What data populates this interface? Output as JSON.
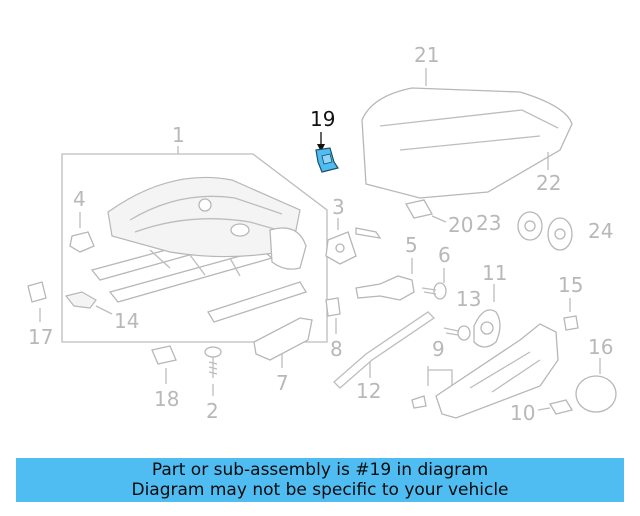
{
  "diagram": {
    "highlighted_part": "19",
    "labels": {
      "p1": "1",
      "p2": "2",
      "p3": "3",
      "p4": "4",
      "p5": "5",
      "p6": "6",
      "p7": "7",
      "p8": "8",
      "p9": "9",
      "p10": "10",
      "p11": "11",
      "p12": "12",
      "p13": "13",
      "p14": "14",
      "p15": "15",
      "p16": "16",
      "p17": "17",
      "p18": "18",
      "p19": "19",
      "p20": "20",
      "p21": "21",
      "p22": "22",
      "p23": "23",
      "p24": "24"
    },
    "colors": {
      "highlight": "#4fbcf2",
      "lines": "#bdbdbd",
      "banner": "#4fbcf2"
    }
  },
  "banner": {
    "line1": "Part or sub-assembly is #19 in diagram",
    "line2": "Diagram may not be specific to your vehicle"
  }
}
